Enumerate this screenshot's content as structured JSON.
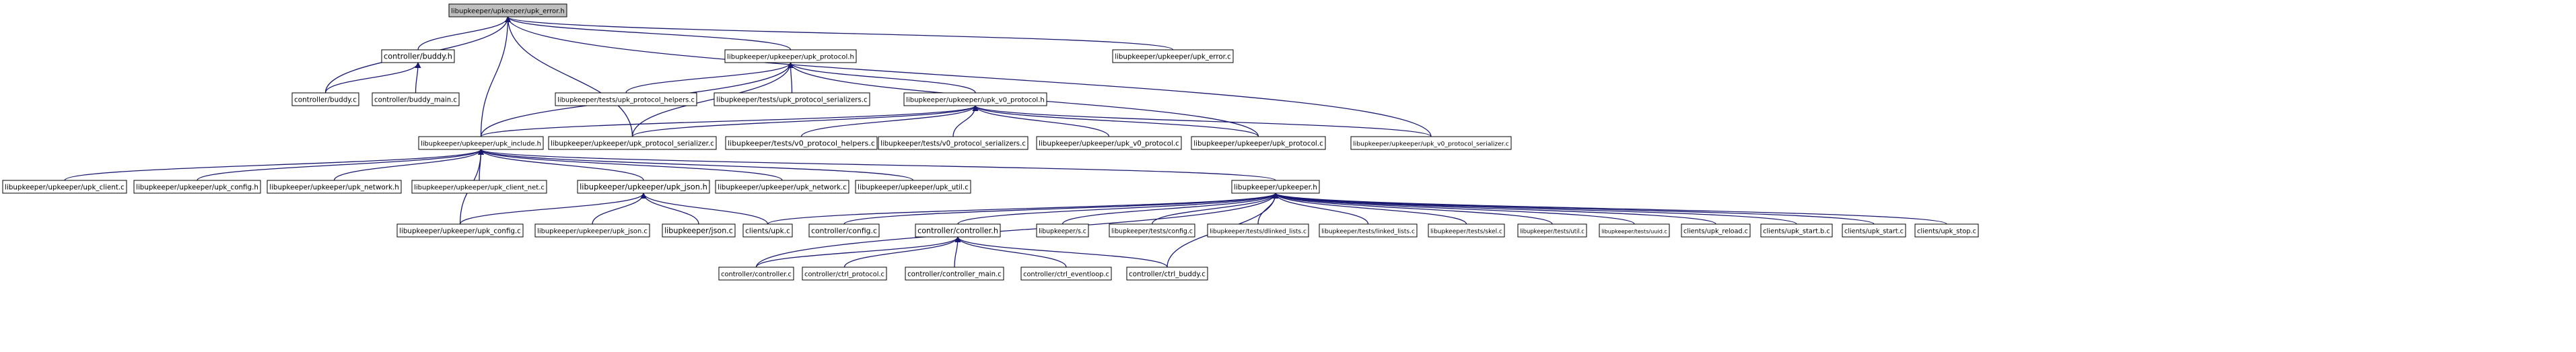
{
  "nodes": [
    {
      "id": "n0",
      "label": "libupkeeper/upkeeper/upk_error.h",
      "root": true
    },
    {
      "id": "n1",
      "label": "controller/buddy.h"
    },
    {
      "id": "n2",
      "label": "libupkeeper/upkeeper/upk_protocol.h"
    },
    {
      "id": "n3",
      "label": "libupkeeper/upkeeper/upk_error.c"
    },
    {
      "id": "n4",
      "label": "controller/buddy.c"
    },
    {
      "id": "n5",
      "label": "controller/buddy_main.c"
    },
    {
      "id": "n6",
      "label": "libupkeeper/tests/upk_protocol_helpers.c"
    },
    {
      "id": "n7",
      "label": "libupkeeper/tests/upk_protocol_serializers.c"
    },
    {
      "id": "n8",
      "label": "libupkeeper/upkeeper/upk_v0_protocol.h"
    },
    {
      "id": "n9",
      "label": "libupkeeper/upkeeper/upk_include.h"
    },
    {
      "id": "n10",
      "label": "libupkeeper/upkeeper/upk_protocol_serializer.c"
    },
    {
      "id": "n11",
      "label": "libupkeeper/tests/v0_protocol_helpers.c"
    },
    {
      "id": "n12",
      "label": "libupkeeper/tests/v0_protocol_serializers.c"
    },
    {
      "id": "n13",
      "label": "libupkeeper/upkeeper/upk_v0_protocol.c"
    },
    {
      "id": "n14",
      "label": "libupkeeper/upkeeper/upk_protocol.c"
    },
    {
      "id": "n15",
      "label": "libupkeeper/upkeeper/upk_v0_protocol_serializer.c"
    },
    {
      "id": "n16",
      "label": "libupkeeper/upkeeper/upk_client.c"
    },
    {
      "id": "n17",
      "label": "libupkeeper/upkeeper/upk_config.h"
    },
    {
      "id": "n18",
      "label": "libupkeeper/upkeeper/upk_network.h"
    },
    {
      "id": "n19",
      "label": "libupkeeper/upkeeper/upk_client_net.c"
    },
    {
      "id": "n20",
      "label": "libupkeeper/upkeeper/upk_json.h"
    },
    {
      "id": "n21",
      "label": "libupkeeper/upkeeper/upk_network.c"
    },
    {
      "id": "n22",
      "label": "libupkeeper/upkeeper/upk_util.c"
    },
    {
      "id": "n23",
      "label": "libupkeeper/upkeeper.h"
    },
    {
      "id": "n24",
      "label": "libupkeeper/upkeeper/upk_config.c"
    },
    {
      "id": "n25",
      "label": "libupkeeper/upkeeper/upk_json.c"
    },
    {
      "id": "n26",
      "label": "libupkeeper/json.c"
    },
    {
      "id": "n27",
      "label": "clients/upk.c"
    },
    {
      "id": "n28",
      "label": "controller/config.c"
    },
    {
      "id": "n29",
      "label": "controller/controller.h"
    },
    {
      "id": "n30",
      "label": "libupkeeper/s.c"
    },
    {
      "id": "n31",
      "label": "libupkeeper/tests/config.c"
    },
    {
      "id": "n32",
      "label": "libupkeeper/tests/dlinked_lists.c"
    },
    {
      "id": "n33",
      "label": "libupkeeper/tests/linked_lists.c"
    },
    {
      "id": "n34",
      "label": "libupkeeper/tests/skel.c"
    },
    {
      "id": "n35",
      "label": "libupkeeper/tests/util.c"
    },
    {
      "id": "n36",
      "label": "libupkeeper/tests/uuid.c"
    },
    {
      "id": "n37",
      "label": "clients/upk_reload.c"
    },
    {
      "id": "n38",
      "label": "clients/upk_start.b.c"
    },
    {
      "id": "n39",
      "label": "clients/upk_start.c"
    },
    {
      "id": "n40",
      "label": "clients/upk_stop.c"
    },
    {
      "id": "n41",
      "label": "controller/controller.c"
    },
    {
      "id": "n42",
      "label": "controller/ctrl_protocol.c"
    },
    {
      "id": "n43",
      "label": "controller/controller_main.c"
    },
    {
      "id": "n44",
      "label": "controller/ctrl_eventloop.c"
    },
    {
      "id": "n45",
      "label": "controller/ctrl_buddy.c"
    }
  ],
  "edges": [
    [
      "n0",
      "n1"
    ],
    [
      "n0",
      "n2"
    ],
    [
      "n0",
      "n3"
    ],
    [
      "n0",
      "n4"
    ],
    [
      "n0",
      "n9"
    ],
    [
      "n0",
      "n10"
    ],
    [
      "n0",
      "n15"
    ],
    [
      "n1",
      "n4"
    ],
    [
      "n1",
      "n5"
    ],
    [
      "n2",
      "n6"
    ],
    [
      "n2",
      "n7"
    ],
    [
      "n2",
      "n8"
    ],
    [
      "n2",
      "n9"
    ],
    [
      "n2",
      "n10"
    ],
    [
      "n2",
      "n14"
    ],
    [
      "n8",
      "n9"
    ],
    [
      "n8",
      "n10"
    ],
    [
      "n8",
      "n11"
    ],
    [
      "n8",
      "n12"
    ],
    [
      "n8",
      "n13"
    ],
    [
      "n8",
      "n14"
    ],
    [
      "n8",
      "n15"
    ],
    [
      "n9",
      "n16"
    ],
    [
      "n9",
      "n17"
    ],
    [
      "n9",
      "n18"
    ],
    [
      "n9",
      "n19"
    ],
    [
      "n9",
      "n20"
    ],
    [
      "n9",
      "n21"
    ],
    [
      "n9",
      "n22"
    ],
    [
      "n9",
      "n23"
    ],
    [
      "n9",
      "n24"
    ],
    [
      "n20",
      "n24"
    ],
    [
      "n20",
      "n25"
    ],
    [
      "n20",
      "n26"
    ],
    [
      "n20",
      "n27"
    ],
    [
      "n23",
      "n27"
    ],
    [
      "n23",
      "n28"
    ],
    [
      "n23",
      "n29"
    ],
    [
      "n23",
      "n30"
    ],
    [
      "n23",
      "n31"
    ],
    [
      "n23",
      "n32"
    ],
    [
      "n23",
      "n33"
    ],
    [
      "n23",
      "n34"
    ],
    [
      "n23",
      "n35"
    ],
    [
      "n23",
      "n36"
    ],
    [
      "n23",
      "n37"
    ],
    [
      "n23",
      "n38"
    ],
    [
      "n23",
      "n39"
    ],
    [
      "n23",
      "n40"
    ],
    [
      "n23",
      "n41"
    ],
    [
      "n23",
      "n45"
    ],
    [
      "n29",
      "n41"
    ],
    [
      "n29",
      "n42"
    ],
    [
      "n29",
      "n43"
    ],
    [
      "n29",
      "n44"
    ],
    [
      "n29",
      "n45"
    ]
  ]
}
